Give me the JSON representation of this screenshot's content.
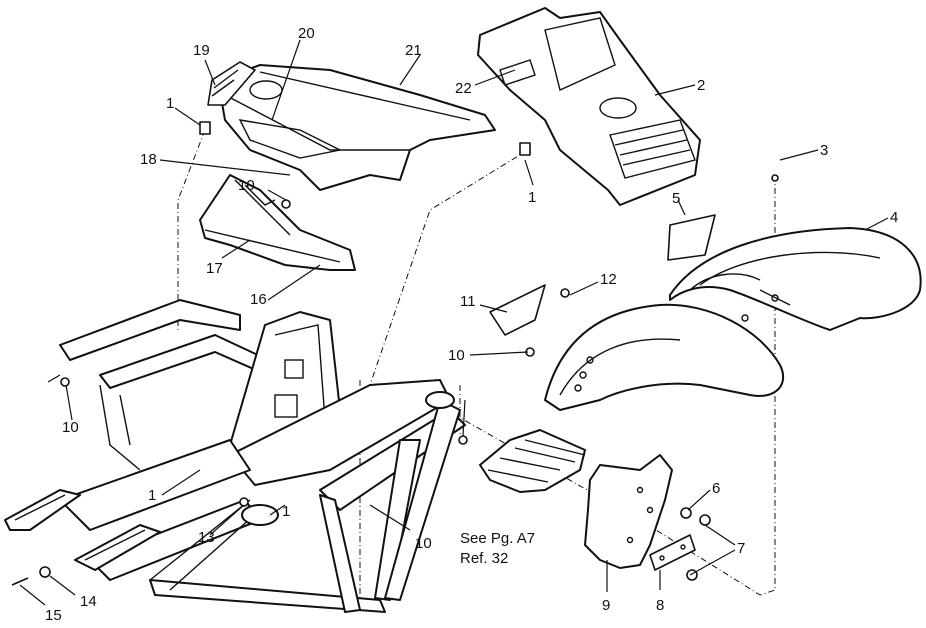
{
  "callouts": {
    "c1a": "1",
    "c1b": "1",
    "c1c": "1",
    "c1d": "1",
    "c2": "2",
    "c3": "3",
    "c4": "4",
    "c5": "5",
    "c6": "6",
    "c7": "7",
    "c8": "8",
    "c9": "9",
    "c10a": "10",
    "c10b": "10",
    "c10c": "10",
    "c10d": "10",
    "c11": "11",
    "c12": "12",
    "c13": "13",
    "c14": "14",
    "c15": "15",
    "c16": "16",
    "c17": "17",
    "c18": "18",
    "c19": "19",
    "c20": "20",
    "c21": "21",
    "c22": "22"
  },
  "note": {
    "line1": "See Pg. A7",
    "line2": "Ref. 32"
  }
}
